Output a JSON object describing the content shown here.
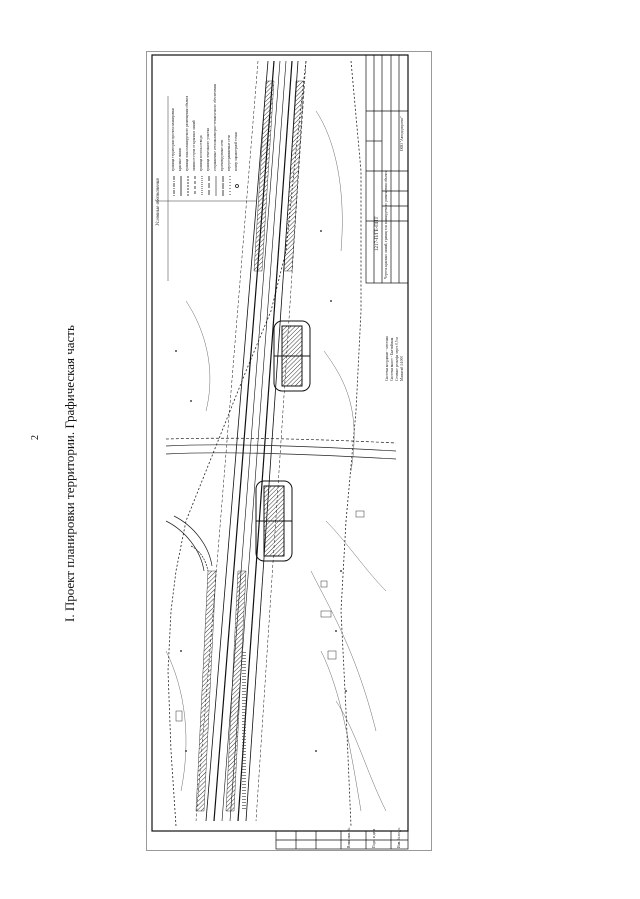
{
  "page_number": "2",
  "section_title": "I. Проект планировки территории. Графическая часть",
  "drawing": {
    "legend": {
      "title": "Условные обозначения",
      "items": [
        "граница территории проекта планировки",
        "красные линии",
        "граница зоны планируемого размещения объекта",
        "линии отступа от красных линий",
        "граница полосы отвода",
        "граница земельного участка",
        "сохраняемые сети инженерно-технического обеспечения",
        "проектируемые сети",
        "переустраиваемые сети",
        "номер характерной точки"
      ]
    },
    "stamp": {
      "code": "1217-П/ГЕ-ППТ",
      "organization": "ООО \"Автодорпроект\"",
      "sheet_title": "Чертеж красных линий, границ зон планируемого размещения объекта"
    },
    "notes": [
      "Система координат - местная",
      "Система высот - Балтийская",
      "Сечение рельефа через 0,5 м",
      "Масштаб 1:1000"
    ],
    "frame_labels": [
      "Инв. № подл.",
      "Подп. и дата",
      "Взам. инв. №"
    ]
  }
}
